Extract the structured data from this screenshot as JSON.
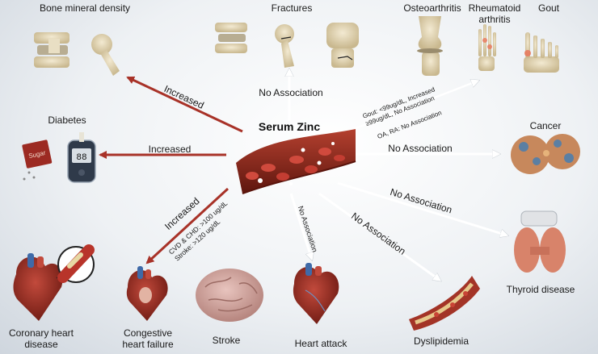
{
  "center": {
    "title": "Serum Zinc"
  },
  "labels": {
    "bone_mineral_density": "Bone mineral density",
    "fractures": "Fractures",
    "osteoarthritis": "Osteoarthritis",
    "rheumatoid_arthritis": "Rheumatoid arthritis",
    "gout": "Gout",
    "diabetes": "Diabetes",
    "cancer": "Cancer",
    "thyroid_disease": "Thyroid disease",
    "coronary_heart_disease": "Coronary heart disease",
    "congestive_heart_failure": "Congestive heart failure",
    "stroke": "Stroke",
    "heart_attack": "Heart attack",
    "dyslipidemia": "Dyslipidemia"
  },
  "arrows": {
    "bmd": "Increased",
    "fractures": "No Association",
    "diabetes": "Increased",
    "cancer": "No Association",
    "thyroid": "No Association",
    "dyslipidemia": "No Association",
    "heart_attack": "No Association",
    "cvd": "Increased",
    "cvd_note_1": "CVD & CHD: >100 ug/dL",
    "cvd_note_2": "Stroke: >120 ug/dL",
    "arthritis_note_1": "Gout: <99ug/dL, Increased",
    "arthritis_note_2": "≥99ug/dL, No Association",
    "arthritis_note_3": "OA, RA: No Association"
  },
  "diabetes_icons": {
    "packet_text": "Sugar",
    "meter_reading": "88"
  },
  "colors": {
    "increased": "#a83228",
    "no_association": "#ffffff",
    "vessel": "#8b2418",
    "rbc": "#b8342a"
  }
}
